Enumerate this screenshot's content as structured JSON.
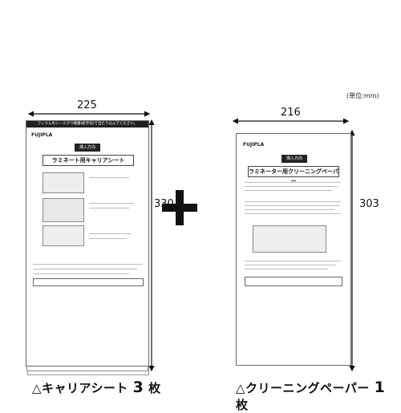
{
  "unit_label": "(単位:mm)",
  "carrier": {
    "width_label": "225",
    "height_label": "330",
    "brand": "FUJIPLA",
    "header_text": "フィルムのシールがつ順番(絵手前)で当たり込んでください。",
    "tab_label": "挿入方向",
    "title": "ラミネート用キャリアシート",
    "caption_prefix": "△キャリアシート",
    "caption_count": "3",
    "caption_suffix": "枚"
  },
  "cleaning": {
    "width_label": "216",
    "height_label": "303",
    "brand": "FUJIPLA",
    "tab_label": "挿入方向",
    "title": "ラミネーター用クリーニングペーパー",
    "caption_prefix": "△クリーニングペーパー",
    "caption_count": "1",
    "caption_suffix": "枚"
  },
  "plus_symbol": "+",
  "colors": {
    "ink": "#111111",
    "dark_band": "#222222",
    "sheet_border": "#666666"
  }
}
